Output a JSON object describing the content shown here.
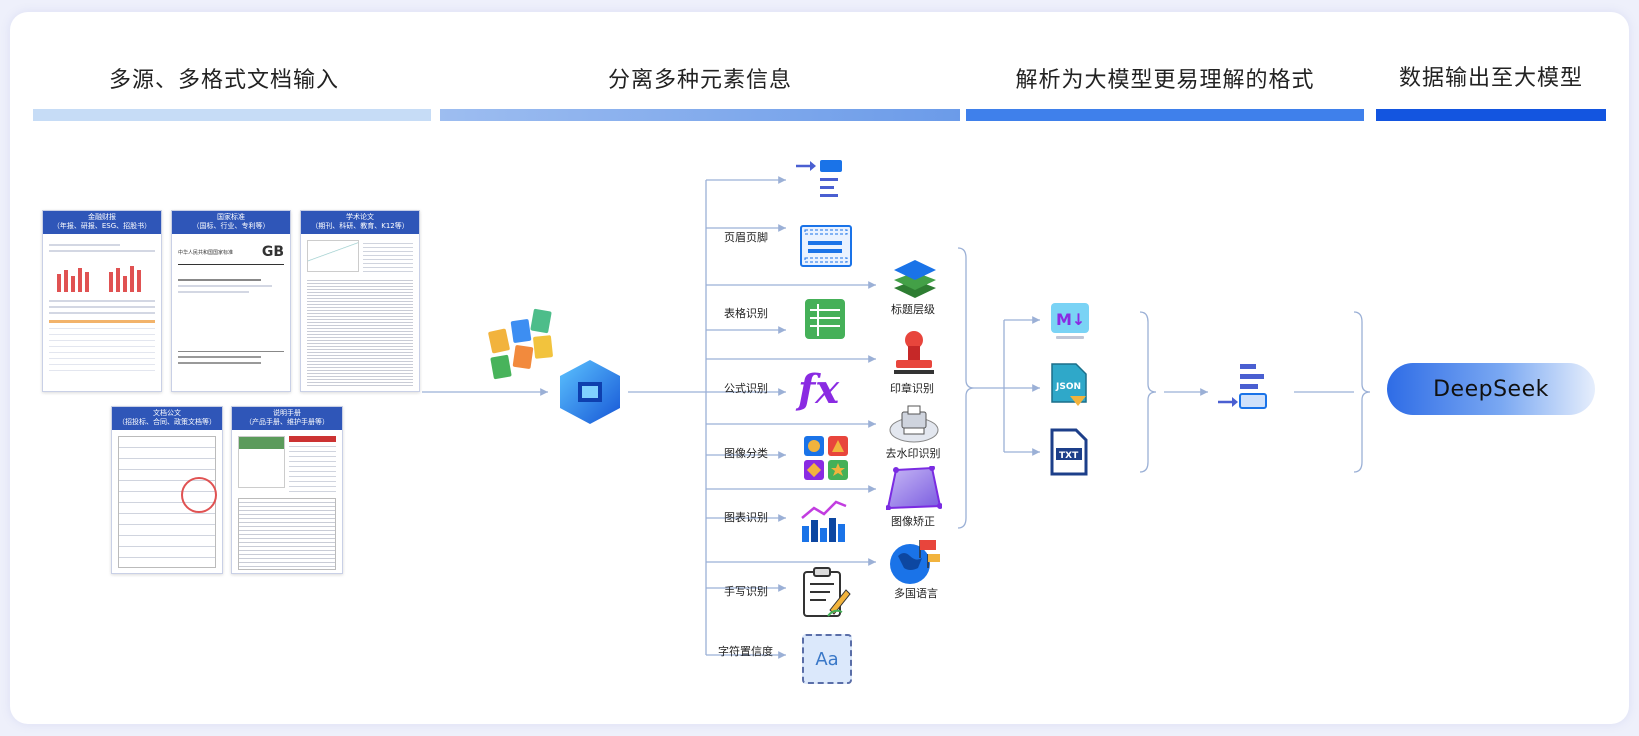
{
  "stages": [
    {
      "title": "多源、多格式文档输入"
    },
    {
      "title": "分离多种元素信息"
    },
    {
      "title": "解析为大模型更易理解的格式"
    },
    {
      "title": "数据输出至大模型"
    }
  ],
  "colors": {
    "bar1": "#c6dcf6",
    "bar2": "#7fa9ec",
    "bar3": "#3f80eb",
    "bar4": "#1355e0",
    "line": "#9bb0d6",
    "doc_header": "#2f56b8"
  },
  "documents": [
    {
      "header": "金融财报\n（年报、研报、ESG、招股书）"
    },
    {
      "header": "国家标准\n（国标、行业、专利等）"
    },
    {
      "header": "学术论文\n（期刊、科研、教育、K12等）"
    },
    {
      "header": "文档公文\n（招投标、合同、政策文档等）"
    },
    {
      "header": "说明手册\n（产品手册、维护手册等）"
    }
  ],
  "doc_snippets": {
    "gb_logo": "GB",
    "gb_title": "中华人民共和国国家标准"
  },
  "elements_left": [
    {
      "label": "页眉页脚",
      "icon": "header-footer-icon"
    },
    {
      "label": "表格识别",
      "icon": "table-icon"
    },
    {
      "label": "公式识别",
      "icon": "formula-icon"
    },
    {
      "label": "图像分类",
      "icon": "image-classify-icon"
    },
    {
      "label": "图表识别",
      "icon": "chart-icon"
    },
    {
      "label": "手写识别",
      "icon": "handwriting-icon"
    },
    {
      "label": "字符置信度",
      "icon": "char-confidence-icon"
    }
  ],
  "elements_right": [
    {
      "label": "标题层级",
      "icon": "layers-icon"
    },
    {
      "label": "印章识别",
      "icon": "stamp-icon"
    },
    {
      "label": "去水印识别",
      "icon": "watermark-icon"
    },
    {
      "label": "图像矫正",
      "icon": "image-correct-icon"
    },
    {
      "label": "多国语言",
      "icon": "globe-icon"
    }
  ],
  "formats": [
    {
      "label": "M↓",
      "icon": "markdown-icon"
    },
    {
      "label": "JSON",
      "icon": "json-file-icon"
    },
    {
      "label": "TXT",
      "icon": "txt-file-icon"
    }
  ],
  "formula_glyph": "fx",
  "char_glyph": "Aa",
  "output": {
    "label": "DeepSeek"
  }
}
